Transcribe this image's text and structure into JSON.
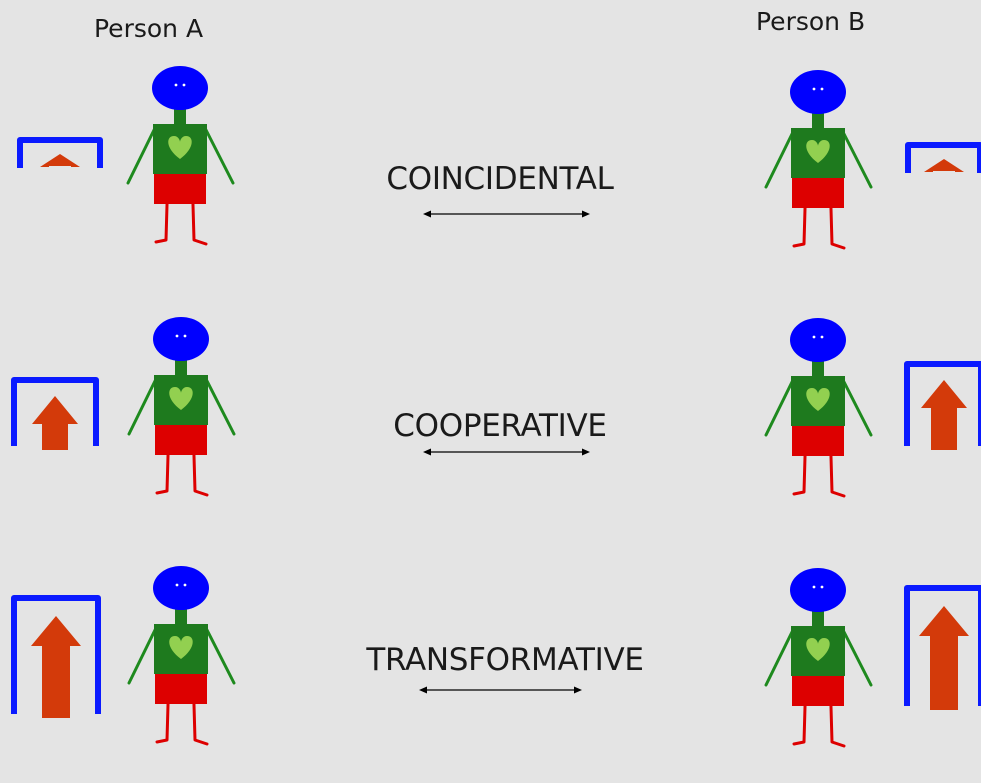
{
  "persons": {
    "a_label": "Person A",
    "b_label": "Person B"
  },
  "rows": [
    {
      "label": "COINCIDENTAL",
      "level": 1
    },
    {
      "label": "COOPERATIVE",
      "level": 2
    },
    {
      "label": "TRANSFORMATIVE",
      "level": 3
    }
  ],
  "colors": {
    "background": "#e4e4e4",
    "head": "#0000ff",
    "torso": "#1e7a1e",
    "heart": "#92d050",
    "shorts": "#dd0000",
    "limbs_legs": "#dd0000",
    "limbs_arms": "#1e8a1e",
    "bracket": "#0a1aff",
    "arrow": "#d33a0a",
    "connector": "#000000"
  }
}
